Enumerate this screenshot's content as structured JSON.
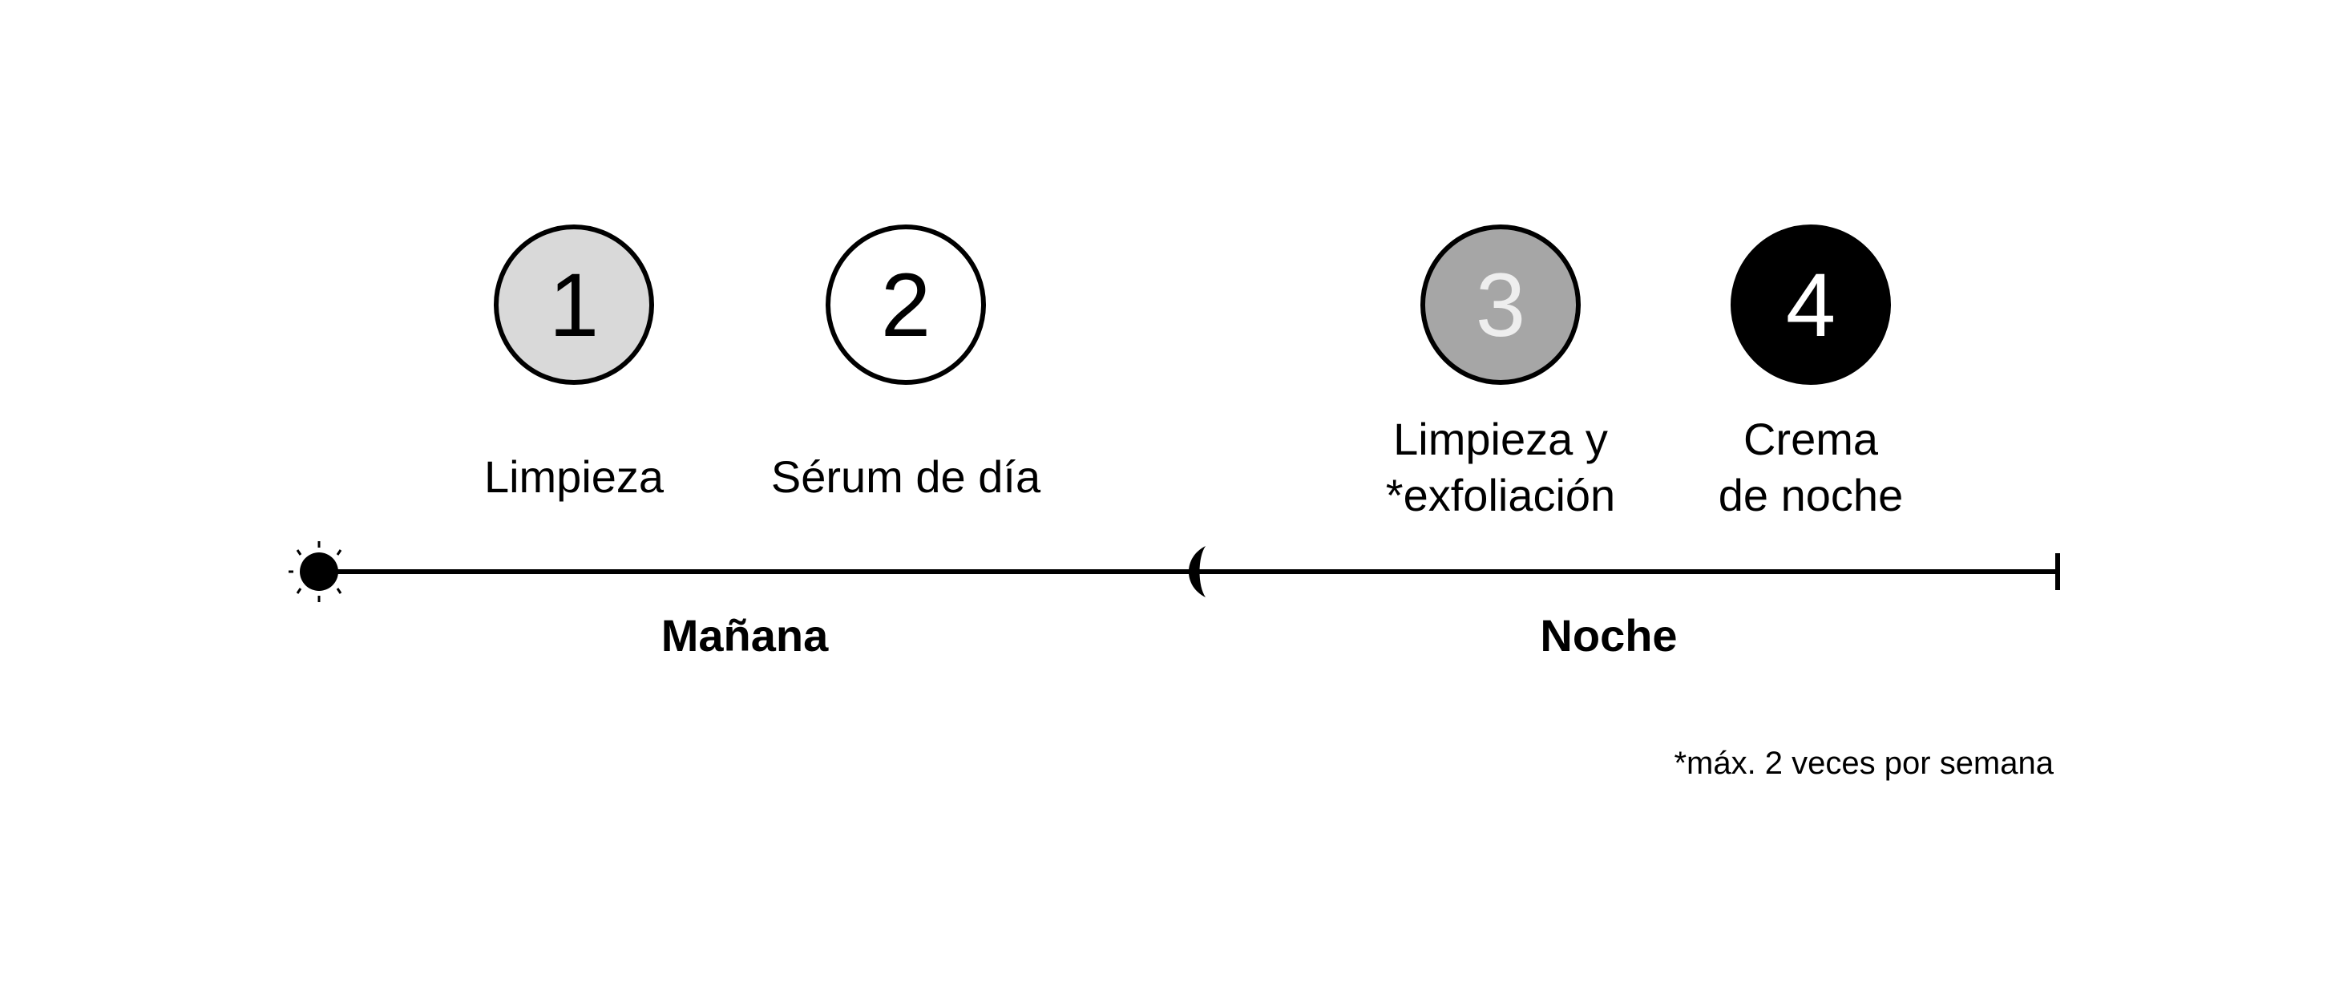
{
  "steps": [
    {
      "number": "1",
      "label": "Limpieza",
      "fill": "#d9d9d9",
      "text_color": "#000000"
    },
    {
      "number": "2",
      "label": "Sérum de día",
      "fill": "#ffffff",
      "text_color": "#000000"
    },
    {
      "number": "3",
      "label_line1": "Limpieza y",
      "label_line2": "*exfoliación",
      "fill": "#a6a6a6",
      "text_color": "#eeeeee"
    },
    {
      "number": "4",
      "label_line1": "Crema",
      "label_line2": "de noche",
      "fill": "#000000",
      "text_color": "#ffffff"
    }
  ],
  "periods": {
    "morning": "Mañana",
    "night": "Noche"
  },
  "footnote": "*máx. 2 veces por semana"
}
